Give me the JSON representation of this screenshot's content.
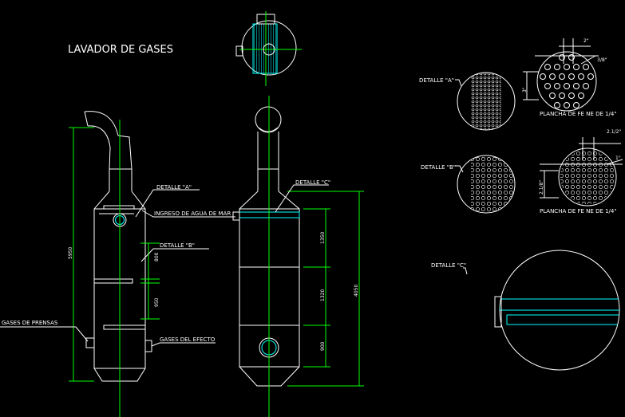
{
  "title": "LAVADOR DE GASES",
  "left_view": {
    "detalle_a": "DETALLE \"A\"",
    "ingreso": "INGRESO DE AGUA DE MAR",
    "detalle_b": "DETALLE \"B\"",
    "gases_prensas": "GASES DE PRENSAS",
    "gases_efecto": "GASES DEL EFECTO",
    "dim_total": "5950",
    "dim_upper": "800",
    "dim_lower": "950"
  },
  "right_view": {
    "detalle_c": "DETALLE \"C\"",
    "dim_total": "4050",
    "dim_1": "1350",
    "dim_2": "1320",
    "dim_3": "900"
  },
  "detail_a": {
    "label": "DETALLE \"A\"",
    "plancha": "PLANCHA DE FE NE DE 1/4\"",
    "dim_top": "2\"",
    "dim_angle": "3/8\"",
    "dim_side": "3\""
  },
  "detail_b": {
    "label": "DETALLE \"B\"",
    "plancha": "PLANCHA DE FE NE DE 1/4\"",
    "dim_top": "2.1/2\"",
    "dim_right": "1\"",
    "dim_side": "2.1/8\""
  },
  "detail_c": {
    "label": "DETALLE \"C\""
  },
  "colors": {
    "line": "#ffffff",
    "dimension": "#00ff00",
    "highlight": "#00ffff",
    "background": "#000000"
  }
}
